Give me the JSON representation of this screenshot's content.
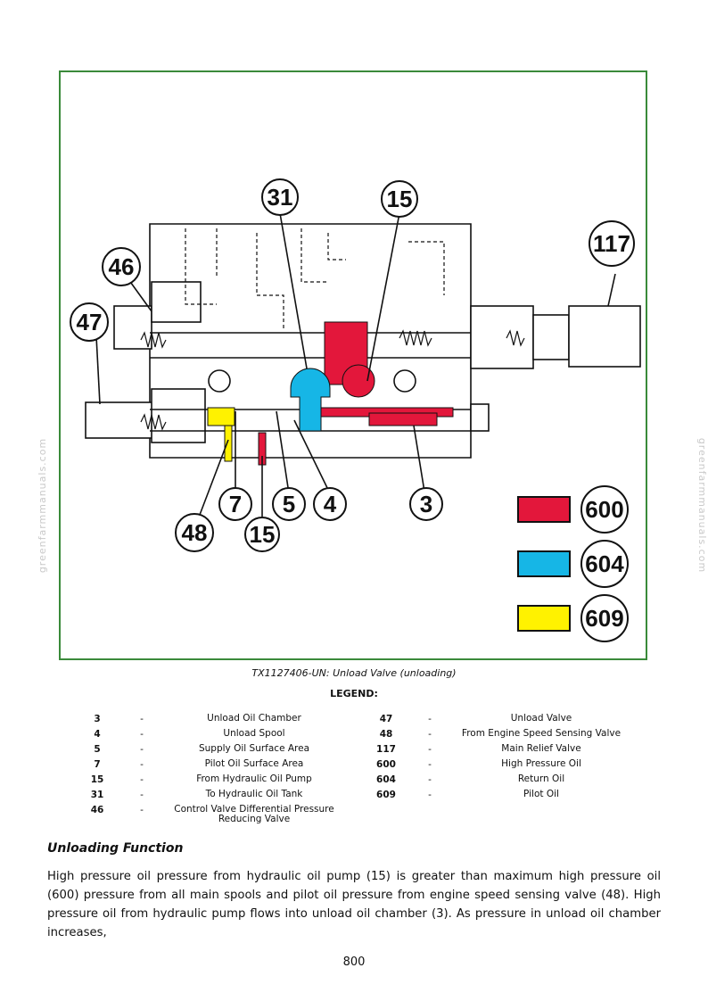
{
  "watermark": "greenfarmmanuals.com",
  "figure": {
    "callouts": {
      "c31": "31",
      "c15_top": "15",
      "c117": "117",
      "c46": "46",
      "c47": "47",
      "c7": "7",
      "c5": "5",
      "c4": "4",
      "c3": "3",
      "c48": "48",
      "c15_bottom": "15"
    },
    "color_key": [
      {
        "label": "600",
        "color": "#e3173b"
      },
      {
        "label": "604",
        "color": "#16b6e6"
      },
      {
        "label": "609",
        "color": "#fff200"
      }
    ]
  },
  "caption": "TX1127406-UN: Unload Valve (unloading)",
  "legend": {
    "title": "LEGEND:",
    "left": [
      {
        "num": "3",
        "dash": "-",
        "desc": "Unload Oil Chamber"
      },
      {
        "num": "4",
        "dash": "-",
        "desc": "Unload Spool"
      },
      {
        "num": "5",
        "dash": "-",
        "desc": "Supply Oil Surface Area"
      },
      {
        "num": "7",
        "dash": "-",
        "desc": "Pilot Oil Surface Area"
      },
      {
        "num": "15",
        "dash": "-",
        "desc": "From Hydraulic Oil Pump"
      },
      {
        "num": "31",
        "dash": "-",
        "desc": "To Hydraulic Oil Tank"
      },
      {
        "num": "46",
        "dash": "-",
        "desc": "Control Valve Differential Pressure Reducing Valve"
      }
    ],
    "right": [
      {
        "num": "47",
        "dash": "-",
        "desc": "Unload Valve"
      },
      {
        "num": "48",
        "dash": "-",
        "desc": "From Engine Speed Sensing Valve"
      },
      {
        "num": "117",
        "dash": "-",
        "desc": "Main Relief Valve"
      },
      {
        "num": "600",
        "dash": "-",
        "desc": "High Pressure Oil"
      },
      {
        "num": "604",
        "dash": "-",
        "desc": "Return Oil"
      },
      {
        "num": "609",
        "dash": "-",
        "desc": "Pilot Oil"
      }
    ]
  },
  "section_heading": "Unloading Function",
  "body_text": "High pressure oil pressure from hydraulic oil pump (15) is greater than maximum high pressure oil (600) pressure from all main spools and pilot oil pressure from engine speed sensing valve (48). High pressure oil from hydraulic pump flows into unload oil chamber (3). As pressure in unload oil chamber increases,",
  "page_number": "800"
}
